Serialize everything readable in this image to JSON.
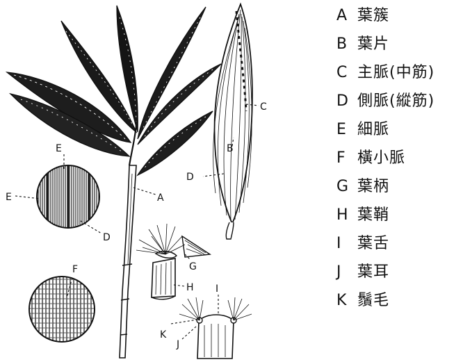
{
  "legend": [
    {
      "key": "A",
      "term": "葉簇"
    },
    {
      "key": "B",
      "term": "葉片"
    },
    {
      "key": "C",
      "term": "主脈(中筋)"
    },
    {
      "key": "D",
      "term": "側脈(縱筋)"
    },
    {
      "key": "E",
      "term": "細脈"
    },
    {
      "key": "F",
      "term": "橫小脈"
    },
    {
      "key": "G",
      "term": "葉柄"
    },
    {
      "key": "H",
      "term": "葉鞘"
    },
    {
      "key": "I",
      "term": "葉舌"
    },
    {
      "key": "J",
      "term": "葉耳"
    },
    {
      "key": "K",
      "term": "鬚毛"
    }
  ],
  "callouts": {
    "a": "A",
    "b": "B",
    "c": "C",
    "d_leaf": "D",
    "e_top": "E",
    "e_left": "E",
    "d_circle": "D",
    "f": "F",
    "g": "G",
    "h": "H",
    "i": "I",
    "j": "J",
    "k": "K"
  }
}
